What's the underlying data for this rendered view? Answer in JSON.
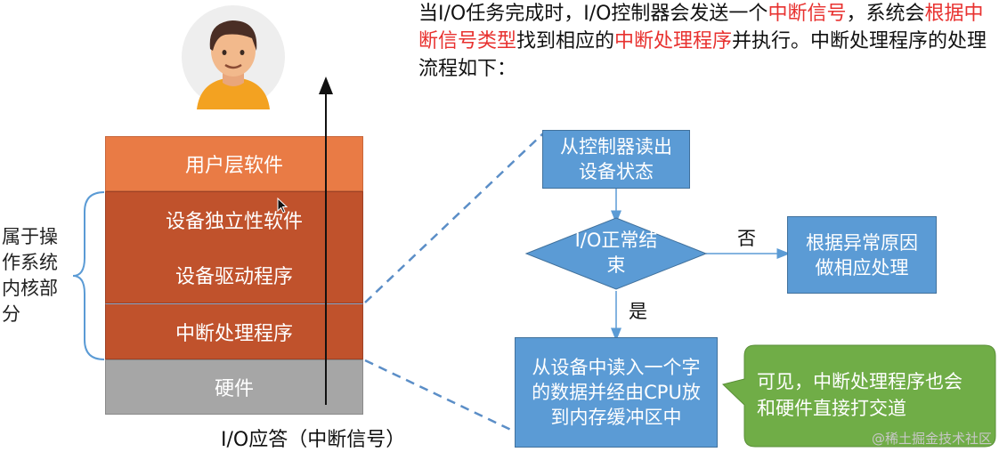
{
  "intro": {
    "part1": "当I/O任务完成时，I/O控制器会发送一个",
    "red1": "中断信号",
    "part2": "，系统会",
    "red2": "根据中断信号类型",
    "part3": "找到相应的",
    "red3": "中断处理程序",
    "part4": "并执行。中断处理程序的处理流程如下："
  },
  "layers": {
    "user": "用户层软件",
    "independent": "设备独立性软件",
    "driver": "设备驱动程序",
    "interrupt": "中断处理程序",
    "hardware": "硬件"
  },
  "side_label": "属于操作系统内核部分",
  "bottom_label": "I/O应答（中断信号）",
  "flow": {
    "step1": "从控制器读出设备状态",
    "decision": "I/O正常结束",
    "no_label": "否",
    "yes_label": "是",
    "error": "根据异常原因做相应处理",
    "step2": "从设备中读入一个字的数据并经由CPU放到内存缓冲区中"
  },
  "callout": "可见，中断处理程序也会和硬件直接打交道",
  "watermark": "@稀土掘金技术社区",
  "colors": {
    "user_layer": "#e97b45",
    "kernel_layer": "#c0522c",
    "hardware_layer": "#a6a6a6",
    "flow_box": "#5b9bd5",
    "callout": "#70ad47",
    "highlight": "#e8312f"
  }
}
